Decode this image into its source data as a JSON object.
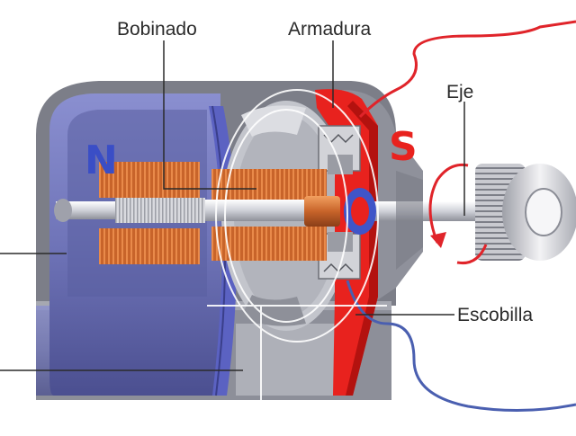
{
  "labels": {
    "bobinado": "Bobinado",
    "armadura": "Armadura",
    "eje": "Eje",
    "escobilla": "Escobilla"
  },
  "poles": {
    "north": "N",
    "south": "S"
  },
  "colors": {
    "stator_blue": "#6f74b8",
    "stator_dark": "#3f4278",
    "winding_orange": "#c8642a",
    "armature_red": "#e8221e",
    "housing_gray": "#9a9ca6",
    "shaft_light": "#e2e3e8",
    "wire_red": "#e0242a",
    "wire_blue": "#4a5fb0",
    "leader_line": "#2b2b2b"
  }
}
